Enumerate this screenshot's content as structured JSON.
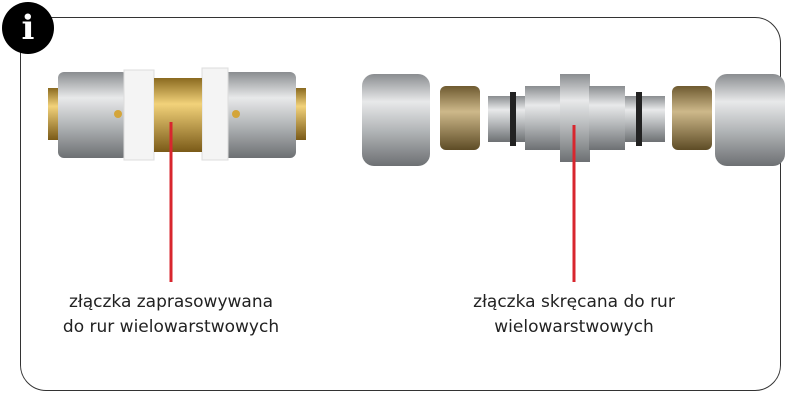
{
  "icon": "info-icon",
  "icon_glyph": "i",
  "accent_color": "#d8262e",
  "left_caption": {
    "line1": "złączka zaprasowywana",
    "line2": "do rur wielowarstwowych"
  },
  "right_caption": {
    "line1": "złączka skręcana do rur",
    "line2": "wielowarstwowych"
  }
}
